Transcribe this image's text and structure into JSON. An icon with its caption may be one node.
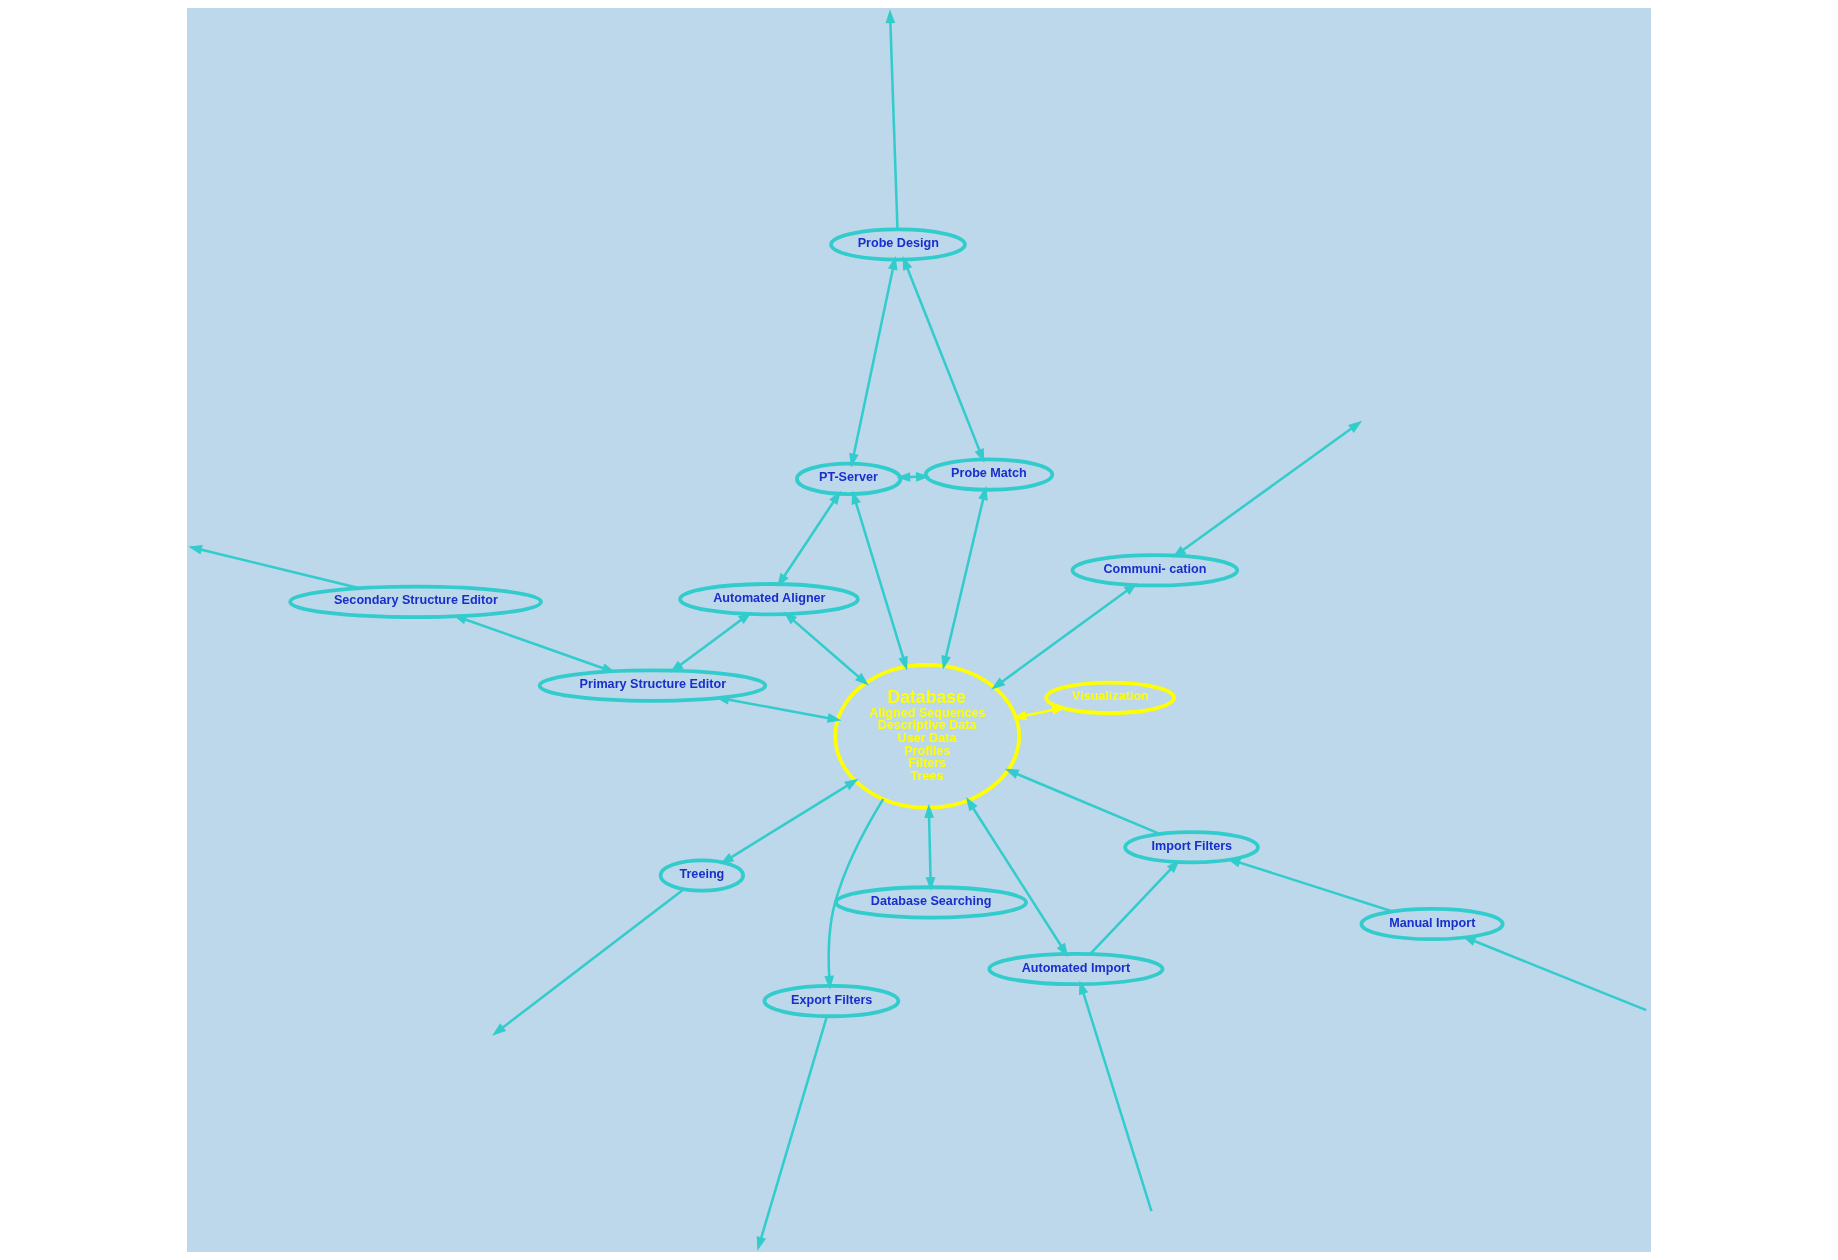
{
  "diagram": {
    "nodes": [
      {
        "text": [
          "Primary Structure Editor"
        ]
      },
      {
        "text": [
          "Secondary Structure Editor"
        ]
      },
      {
        "text": [
          "Manual Import"
        ]
      },
      {
        "text": [
          "Automated Aligner"
        ]
      },
      {
        "text": [
          "Import Filters"
        ]
      },
      {
        "text": [
          "Automated Import"
        ]
      },
      {
        "text": [
          "PT-Server"
        ]
      },
      {
        "text": [
          "Database",
          "Aligned Sequences",
          "Descriptive Data",
          "User Data",
          "Profiles",
          "Filters",
          "Trees"
        ]
      },
      {
        "text": [
          "Probe Design"
        ]
      },
      {
        "text": [
          "Export Filters"
        ]
      },
      {
        "text": [
          "Probe Match"
        ]
      },
      {
        "text": [
          "Communi- cation"
        ]
      },
      {
        "text": [
          "Treeing"
        ]
      },
      {
        "text": [
          "Visualization"
        ]
      },
      {
        "text": [
          "Database Searching"
        ]
      }
    ],
    "edges": [
      {
        "from": 0,
        "to": 1,
        "arrow": "both"
      },
      {
        "from": 1,
        "to": null,
        "arrow": "to"
      },
      {
        "from": 0,
        "to": 3,
        "arrow": "both"
      },
      {
        "from": 0,
        "to": 7,
        "arrow": "both"
      },
      {
        "from": null,
        "to": 2,
        "arrow": "to"
      },
      {
        "from": null,
        "to": 5,
        "arrow": "to"
      },
      {
        "from": 2,
        "to": 4,
        "arrow": "to"
      },
      {
        "from": 5,
        "to": 4,
        "arrow": "to"
      },
      {
        "from": 4,
        "to": 7,
        "arrow": "to"
      },
      {
        "from": 5,
        "to": 7,
        "arrow": "both"
      },
      {
        "from": 3,
        "to": 6,
        "arrow": "both"
      },
      {
        "from": 3,
        "to": 7,
        "arrow": "both"
      },
      {
        "from": 6,
        "to": 7,
        "arrow": "both"
      },
      {
        "from": 6,
        "to": 8,
        "arrow": "both"
      },
      {
        "from": 6,
        "to": 10,
        "arrow": "both"
      },
      {
        "from": 10,
        "to": 8,
        "arrow": "both"
      },
      {
        "from": 7,
        "to": 10,
        "arrow": "both"
      },
      {
        "from": 8,
        "to": null,
        "arrow": "to"
      },
      {
        "from": 7,
        "to": 9,
        "arrow": "to"
      },
      {
        "from": 9,
        "to": null,
        "arrow": "to"
      },
      {
        "from": 11,
        "to": 7,
        "arrow": "both"
      },
      {
        "from": null,
        "to": 11,
        "arrow": "both"
      },
      {
        "from": 7,
        "to": 12,
        "arrow": "both"
      },
      {
        "from": 12,
        "to": null,
        "arrow": "to"
      },
      {
        "from": 7,
        "to": 13,
        "arrow": "both",
        "color": "#ffff00"
      },
      {
        "from": 7,
        "to": 14,
        "arrow": "both"
      }
    ]
  }
}
